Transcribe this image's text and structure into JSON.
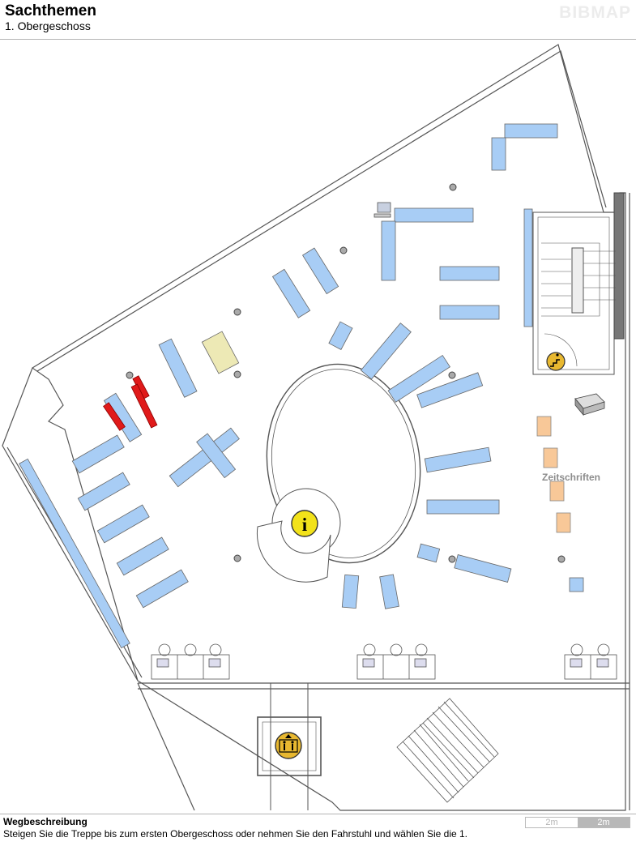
{
  "header": {
    "title": "Sachthemen",
    "subtitle": "1. Obergeschoss",
    "brand": "BIBMAP"
  },
  "map": {
    "labels": {
      "zeitschriften": "Zeitschriften"
    },
    "colors": {
      "shelf": "#a8cdf5",
      "shelf_highlight": "#e01a1a",
      "table": "#ede9b5",
      "magazine": "#f8c898",
      "wall": "#444444",
      "icon_gold": "#e8b830",
      "info_yellow": "#f2e21a"
    },
    "icons": [
      "info-icon",
      "elevator-icon",
      "stairs-person-icon",
      "printer-icon",
      "computer-icon",
      "pillar-icon"
    ]
  },
  "footer": {
    "heading": "Wegbeschreibung",
    "text": "Steigen Sie die Treppe bis zum ersten Obergeschoss oder nehmen Sie den Fahrstuhl und wählen Sie die 1.",
    "scale": [
      "2m",
      "2m"
    ]
  }
}
